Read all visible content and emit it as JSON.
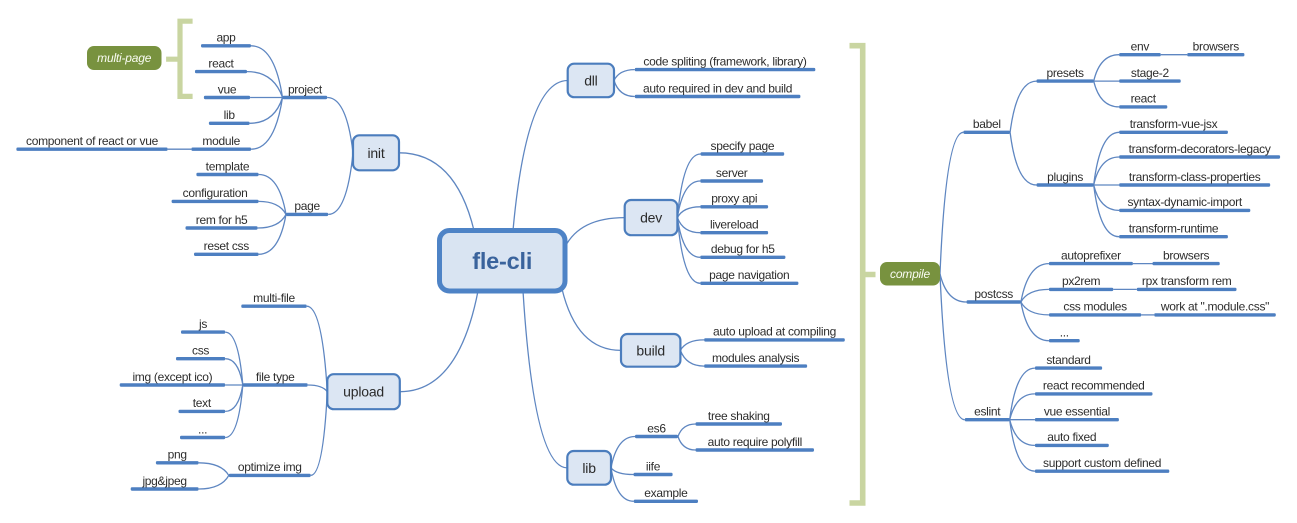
{
  "app": {
    "name": "fle-cli mind map",
    "type": "mind-map-diagram"
  },
  "palette": {
    "background": "#ffffff",
    "link_blue": "#5b84c0",
    "underline_blue": "#4d7fc1",
    "node_fill": "#dce6f3",
    "node_border": "#4b7dbd",
    "root_fill": "#d9e4f2",
    "root_border": "#4e83c6",
    "root_text": "#3a639c",
    "text_dark": "#2d2d2d",
    "summary_green": "#78923f",
    "summary_text": "#fafcf3",
    "bracket_green": "#c9d5a1"
  },
  "map": {
    "root": {
      "id": "fle-cli",
      "label": "fle-cli"
    },
    "branches": [
      {
        "id": "init",
        "label": "init",
        "side": "left",
        "children": [
          {
            "id": "project",
            "label": "project",
            "children": [
              {
                "id": "app",
                "label": "app"
              },
              {
                "id": "react",
                "label": "react"
              },
              {
                "id": "vue",
                "label": "vue"
              },
              {
                "id": "lib-project",
                "label": "lib"
              },
              {
                "id": "module",
                "label": "module",
                "children": [
                  {
                    "id": "component-of-react-or-vue",
                    "label": "component of react or vue"
                  }
                ]
              }
            ]
          },
          {
            "id": "page",
            "label": "page",
            "children": [
              {
                "id": "template",
                "label": "template"
              },
              {
                "id": "configuration",
                "label": "configuration"
              },
              {
                "id": "rem-for-h5",
                "label": "rem for h5"
              },
              {
                "id": "reset-css",
                "label": "reset css"
              }
            ]
          }
        ]
      },
      {
        "id": "upload",
        "label": "upload",
        "side": "left",
        "children": [
          {
            "id": "multi-file",
            "label": "multi-file"
          },
          {
            "id": "file-type",
            "label": "file type",
            "children": [
              {
                "id": "js",
                "label": "js"
              },
              {
                "id": "css",
                "label": "css"
              },
              {
                "id": "img-except-ico",
                "label": "img (except ico)"
              },
              {
                "id": "text",
                "label": "text"
              },
              {
                "id": "ellipsis-file-type",
                "label": "..."
              }
            ]
          },
          {
            "id": "optimize-img",
            "label": "optimize img",
            "children": [
              {
                "id": "png",
                "label": "png"
              },
              {
                "id": "jpg-jpeg",
                "label": "jpg&jpeg"
              }
            ]
          }
        ]
      },
      {
        "id": "dll",
        "label": "dll",
        "side": "right",
        "children": [
          {
            "id": "code-spliting",
            "label": "code spliting (framework, library)"
          },
          {
            "id": "auto-required",
            "label": "auto required in dev and build"
          }
        ]
      },
      {
        "id": "dev",
        "label": "dev",
        "side": "right",
        "children": [
          {
            "id": "specify-page",
            "label": "specify page"
          },
          {
            "id": "server",
            "label": "server"
          },
          {
            "id": "proxy-api",
            "label": "proxy api"
          },
          {
            "id": "livereload",
            "label": "livereload"
          },
          {
            "id": "debug-for-h5",
            "label": "debug for h5"
          },
          {
            "id": "page-navigation",
            "label": "page navigation"
          }
        ]
      },
      {
        "id": "build",
        "label": "build",
        "side": "right",
        "children": [
          {
            "id": "auto-upload-at-compiling",
            "label": "auto upload at compiling"
          },
          {
            "id": "modules-analysis",
            "label": "modules analysis"
          }
        ]
      },
      {
        "id": "lib",
        "label": "lib",
        "side": "right",
        "children": [
          {
            "id": "es6",
            "label": "es6",
            "children": [
              {
                "id": "tree-shaking",
                "label": "tree shaking"
              },
              {
                "id": "auto-require-polyfill",
                "label": "auto require polyfill"
              }
            ]
          },
          {
            "id": "iife",
            "label": "iife"
          },
          {
            "id": "example",
            "label": "example"
          }
        ]
      }
    ],
    "summaries": [
      {
        "id": "multi-page",
        "label": "multi-page",
        "covers": "app, react, vue"
      },
      {
        "id": "compile",
        "label": "compile",
        "covers": "dll, dev, build, lib",
        "children": [
          {
            "id": "babel",
            "label": "babel",
            "children": [
              {
                "id": "presets",
                "label": "presets",
                "children": [
                  {
                    "id": "env",
                    "label": "env",
                    "children": [
                      {
                        "id": "browsers-env",
                        "label": "browsers"
                      }
                    ]
                  },
                  {
                    "id": "stage-2",
                    "label": "stage-2"
                  },
                  {
                    "id": "react-preset",
                    "label": "react"
                  }
                ]
              },
              {
                "id": "plugins",
                "label": "plugins",
                "children": [
                  {
                    "id": "transform-vue-jsx",
                    "label": "transform-vue-jsx"
                  },
                  {
                    "id": "transform-decorators-legacy",
                    "label": "transform-decorators-legacy"
                  },
                  {
                    "id": "transform-class-properties",
                    "label": "transform-class-properties"
                  },
                  {
                    "id": "syntax-dynamic-import",
                    "label": "syntax-dynamic-import"
                  },
                  {
                    "id": "transform-runtime",
                    "label": "transform-runtime"
                  }
                ]
              }
            ]
          },
          {
            "id": "postcss",
            "label": "postcss",
            "children": [
              {
                "id": "autoprefixer",
                "label": "autoprefixer",
                "children": [
                  {
                    "id": "browsers-autoprefixer",
                    "label": "browsers"
                  }
                ]
              },
              {
                "id": "px2rem",
                "label": "px2rem",
                "children": [
                  {
                    "id": "rpx-transform-rem",
                    "label": "rpx transform rem"
                  }
                ]
              },
              {
                "id": "css-modules",
                "label": "css modules",
                "children": [
                  {
                    "id": "work-at-module-css",
                    "label": "work at \".module.css\""
                  }
                ]
              },
              {
                "id": "ellipsis-postcss",
                "label": "..."
              }
            ]
          },
          {
            "id": "eslint",
            "label": "eslint",
            "children": [
              {
                "id": "standard",
                "label": "standard"
              },
              {
                "id": "react-recommended",
                "label": "react recommended"
              },
              {
                "id": "vue-essential",
                "label": "vue essential"
              },
              {
                "id": "auto-fixed",
                "label": "auto fixed"
              },
              {
                "id": "support-custom-defined",
                "label": "support custom defined"
              }
            ]
          }
        ]
      }
    ]
  }
}
